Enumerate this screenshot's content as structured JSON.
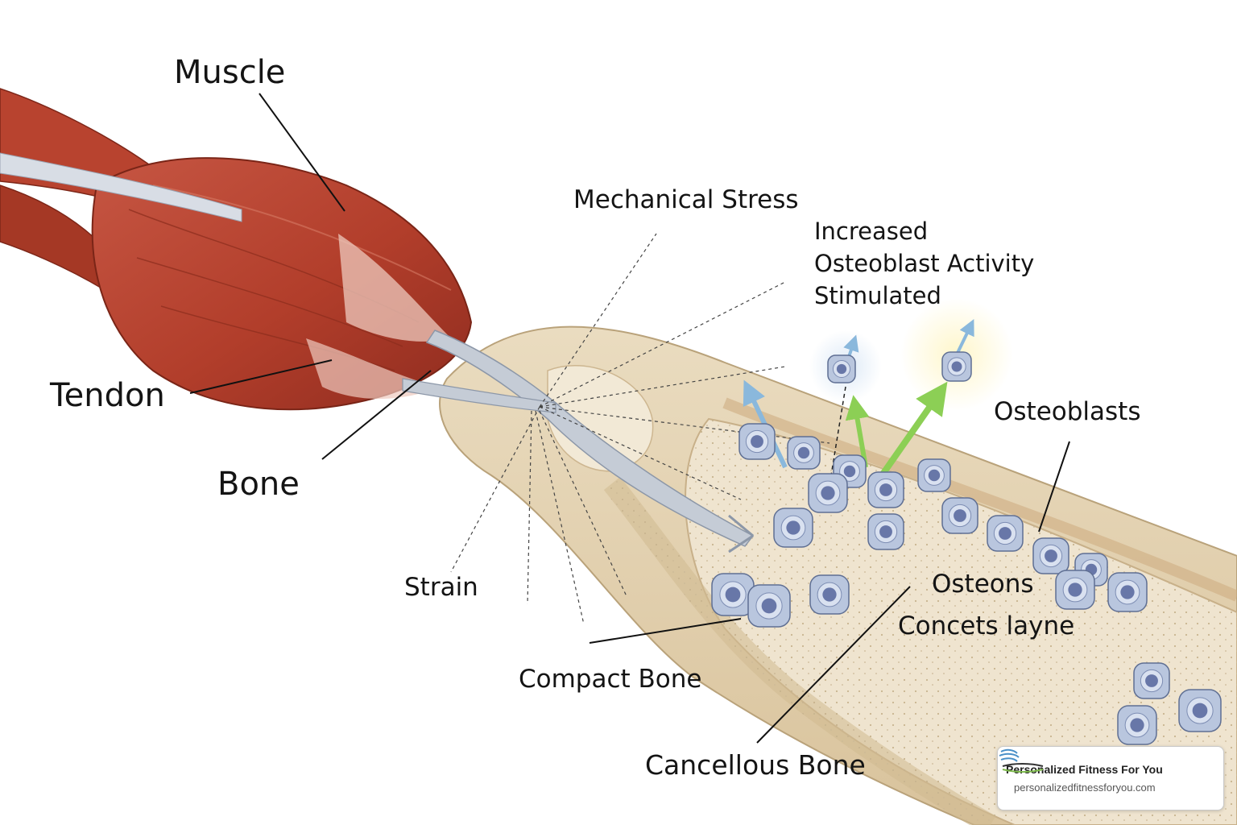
{
  "labels": {
    "muscle": "Muscle",
    "tendon": "Tendon",
    "bone": "Bone",
    "mechanical_stress": "Mechanical Stress",
    "increased_activity": "Increased\nOsteoblast Activity\nStimulated",
    "osteoblasts": "Osteoblasts",
    "strain": "Strain",
    "osteons": "Osteons",
    "concets_layne": "Concets layne",
    "compact_bone": "Compact Bone",
    "cancellous_bone": "Cancellous Bone"
  },
  "watermark": {
    "name": "Personalized Fitness For You",
    "url": "personalizedfitnessforyou.com",
    "logo_text": "PersonalizedFitness for you"
  },
  "colors": {
    "muscle": "#b8432f",
    "muscle_light": "#d9735d",
    "tendon": "#c5ccd6",
    "bone_outer": "#e8d9bb",
    "bone_inner": "#efe4cf",
    "cell_blue": "#b9c6de",
    "nucleus": "#6877a8",
    "arrow_green": "#8ccf55",
    "arrow_blue": "#8ab8dc"
  }
}
